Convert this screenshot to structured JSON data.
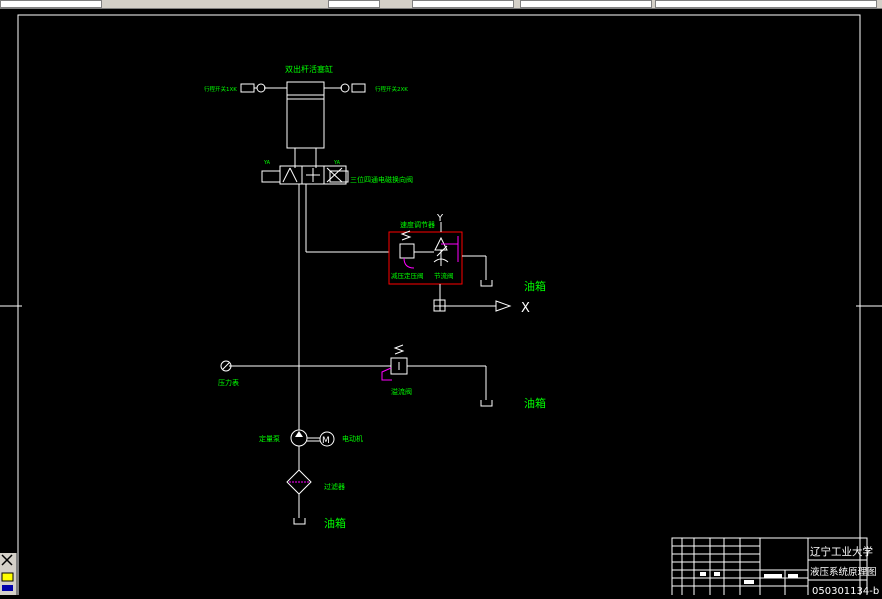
{
  "labels": {
    "cylinder_title": "双出杆活塞缸",
    "left_limit": "行程开关1XK",
    "right_limit": "行程开关2XK",
    "valve_left_coil": "YA",
    "valve_right_coil": "YA",
    "valve": "三位四通电磁换向阀",
    "speed_regulator": "速度调节器",
    "y_mark": "Y",
    "reducing_valve": "减压定压阀",
    "throttle_valve": "节流阀",
    "tank_1": "油箱",
    "x_mark": "X",
    "gauge": "压力表",
    "relief_valve": "溢流阀",
    "tank_2": "油箱",
    "pump": "定量泵",
    "motor_symbol": "M",
    "motor": "电动机",
    "filter": "过滤器",
    "tank_3": "油箱"
  },
  "title_block": {
    "school": "辽宁工业大学",
    "drawing_title": "液压系统原理图",
    "drawing_number": "050301134-b"
  },
  "colors": {
    "background": "#000000",
    "lines": "#ffffff",
    "labels": "#00ff00",
    "component_box": "#ff0000",
    "accent": "#ff00ff"
  }
}
